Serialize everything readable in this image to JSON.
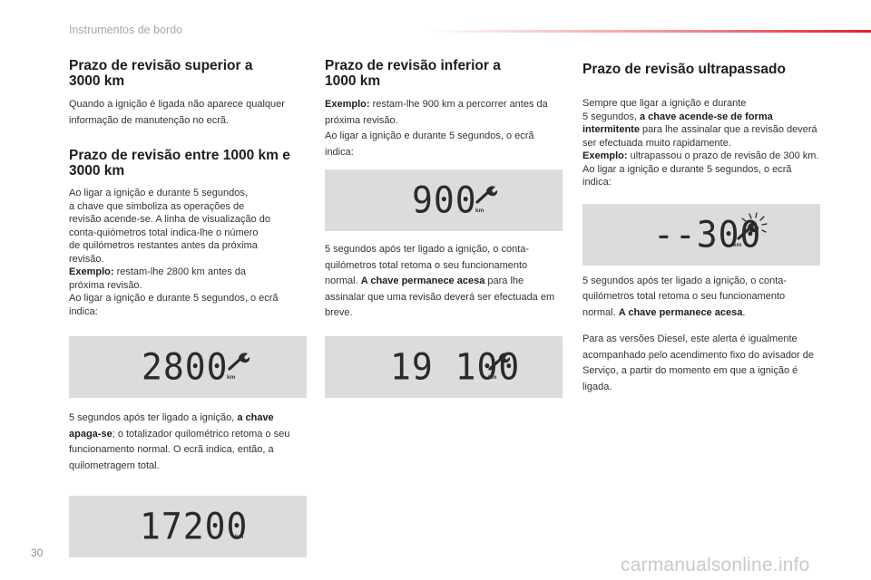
{
  "header": {
    "section_title": "Instrumentos de bordo"
  },
  "col1": {
    "heading1": "Prazo de revisão superior a 3000 km",
    "para1": "Quando a ignição é ligada não aparece qualquer informação de manutenção no ecrã.",
    "heading2": "Prazo de revisão entre 1000 km e 3000 km",
    "para2_a": "Ao ligar a ignição e durante 5 segundos,",
    "para2_b": "a chave que simboliza as operações de",
    "para2_c": "revisão acende-se. A linha de visualização do",
    "para2_d": "conta-quiómetros total indica-lhe o número",
    "para2_e": "de quilómetros restantes antes da próxima",
    "para2_f": "revisão.",
    "example_label": "Exemplo:",
    "example_text_a": " restam-lhe 2800 km antes da",
    "example_text_b": "próxima revisão.",
    "para2_g": "Ao ligar a ignição e durante 5 segundos, o ecrã",
    "para2_h": "indica:",
    "display1": "2800",
    "para3_a": "5 segundos após ter ligado a ignição, ",
    "para3_bold": "a chave apaga-se",
    "para3_b": "; o totalizador quilométrico retoma o seu funcionamento normal. O ecrã indica, então, a quilometragem total.",
    "display2": "17200"
  },
  "col2": {
    "heading": "Prazo de revisão inferior a 1000 km",
    "example_label": "Exemplo:",
    "example_text": " restam-lhe 900 km a percorrer antes da próxima revisão.",
    "para1": "Ao ligar a ignição e durante 5 segundos, o ecrã indica:",
    "display1": "900",
    "para2_a": "5 segundos após ter ligado a ignição, o conta-quilómetros total retoma o seu funcionamento normal. ",
    "para2_bold": "A chave permanece acesa",
    "para2_b": " para lhe assinalar que uma revisão deverá ser efectuada em breve.",
    "display2": "19 100"
  },
  "col3": {
    "heading": "Prazo de revisão ultrapassado",
    "para1_a": "Sempre que ligar a ignição e durante",
    "para1_b": "5 segundos, ",
    "para1_bold": "a chave acende-se de forma intermitente",
    "para1_c": " para lhe assinalar que a revisão deverá ser efectuada muito rapidamente.",
    "example_label": "Exemplo:",
    "example_text": " ultrapassou o prazo de revisão de 300 km.",
    "para2": "Ao ligar a ignição e durante 5 segundos, o ecrã indica:",
    "display1": "--300",
    "para3_a": "5 segundos após ter ligado a ignição, o conta-quilómetros total retoma o seu funcionamento normal. ",
    "para3_bold": "A chave permanece acesa",
    "para3_b": ".",
    "para4": "Para as versões Diesel, este alerta é igualmente acompanhado pelo acendimento fixo do avisador de Serviço, a partir do momento em que a ignição é ligada."
  },
  "display_unit": "km",
  "footer": {
    "page_number": "30",
    "watermark": "carmanualsonline.info"
  },
  "icons": {
    "service": "wrench-icon",
    "service_blinking": "wrench-blinking-icon"
  }
}
